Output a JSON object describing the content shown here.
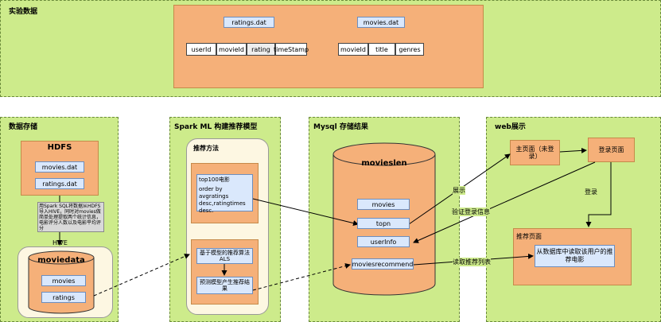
{
  "experiment": {
    "title": "实验数据",
    "ratings_file": "ratings.dat",
    "movies_file": "movies.dat",
    "ratings_fields": [
      "userId",
      "movieId",
      "rating",
      "timeStamp"
    ],
    "movies_fields": [
      "movieId",
      "title",
      "genres"
    ]
  },
  "storage": {
    "title": "数据存储",
    "hdfs_title": "HDFS",
    "hdfs_files": [
      "movies.dat",
      "ratings.dat"
    ],
    "note": "用Spark SQL将数据从HDFS导入HIVE，同时对movies做简单处理提取两个统计信息，电影评分人数以及电影平均评分",
    "hive_label": "HIVE",
    "db_name": "moviedata",
    "tables": [
      "movies",
      "ratings"
    ]
  },
  "spark": {
    "title": "Spark ML 构建推荐模型",
    "methods_title": "推荐方法",
    "top100_lines": [
      "top100电影",
      "order by avgratings desc,ratingtimes desc."
    ],
    "als_text": "基于模型的推荐算法ALS",
    "predict_text": "预测模型产生推荐结果"
  },
  "mysql": {
    "title": "Mysql 存储结果",
    "db_name": "movieslen",
    "tables": [
      "movies",
      "topn",
      "userInfo",
      "moviesrecommend"
    ]
  },
  "web": {
    "title": "web展示",
    "home": "主页面（未登录）",
    "login": "登录页面",
    "rec_page": "推荐页面",
    "rec_text": "从数据库中读取该用户的推荐电影"
  },
  "edges": {
    "show": "展示",
    "verify": "验证登录信息",
    "login": "登录",
    "read_rec": "读取推荐列表"
  },
  "colors": {
    "panel": "#cdeb8b",
    "orange": "#f5b079",
    "blue": "#dae8fc"
  }
}
